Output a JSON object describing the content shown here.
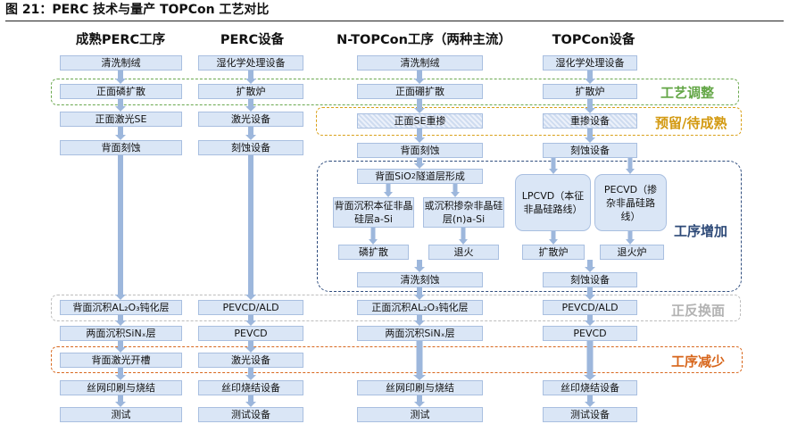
{
  "title": "图 21：PERC 技术与量产 TOPCon 工艺对比",
  "columns": {
    "perc_process": "成熟PERC工序",
    "perc_equipment": "PERC设备",
    "topcon_process": "N-TOPCon工序（两种主流）",
    "topcon_equipment": "TOPCon设备"
  },
  "groups": {
    "process_adjust": "工艺调整",
    "reserved_maturing": "预留/待成熟",
    "process_added": "工序增加",
    "front_back_swap": "正反换面",
    "process_reduced": "工序减少"
  },
  "steps": {
    "c1": {
      "clean": "清洗制绒",
      "phos_diffusion": "正面磷扩散",
      "laser_se": "正面激光SE",
      "back_etch": "背面刻蚀",
      "back_al2o3": "背面沉积AL₂O₃钝化层",
      "sinx": "两面沉积SiNₓ层",
      "laser_groove": "背面激光开槽",
      "print": "丝网印刷与烧结",
      "test": "测试"
    },
    "c2": {
      "wet": "湿化学处理设备",
      "diffusion": "扩散炉",
      "laser": "激光设备",
      "etch": "刻蚀设备",
      "pecvd_ald": "PEVCD/ALD",
      "pecvd": "PEVCD",
      "laser2": "激光设备",
      "print": "丝印烧结设备",
      "test": "测试设备"
    },
    "c3": {
      "clean": "清洗制绒",
      "boron_diffusion": "正面硼扩散",
      "se_heavy": "正面SE重掺",
      "back_etch": "背面刻蚀",
      "sio2_pre": "背面SiO",
      "sio2_sub": "2",
      "sio2_post": "隧道层形成",
      "intrinsic_asi": "背面沉积本征非晶硅层a-Si",
      "doped_asi": "或沉积掺杂非晶硅层(n)a-Si",
      "phos_diffusion": "磷扩散",
      "anneal": "退火",
      "clean_etch": "清洗刻蚀",
      "front_al2o3": "正面沉积AL₂O₃钝化层",
      "sinx": "两面沉积SiNₓ层",
      "print": "丝网印刷与烧结",
      "test": "测试"
    },
    "c4": {
      "wet": "湿化学处理设备",
      "diffusion": "扩散炉",
      "heavy_doping": "重掺设备",
      "etch": "刻蚀设备",
      "lpcvd": "LPCVD（本征非晶硅路线）",
      "pecvd_route": "PECVD（掺杂非晶硅路线）",
      "diffusion2": "扩散炉",
      "anneal_furnace": "退火炉",
      "etch2": "刻蚀设备",
      "pecvd_ald": "PEVCD/ALD",
      "pecvd": "PEVCD",
      "print": "丝印烧结设备",
      "test": "测试设备"
    }
  },
  "colors": {
    "box_fill": "#dae6f6",
    "box_border": "#a9bfe0",
    "arrow": "#9db7dc",
    "group_green": "#6aa84f",
    "group_gold": "#d9a018",
    "group_navy": "#2f4d7e",
    "group_gray": "#bdbdbd",
    "group_orange": "#d8681e",
    "label_green": "#63a646",
    "label_gold": "#d39a12",
    "label_navy": "#2e4a78",
    "label_gray": "#b3b3b3",
    "label_orange": "#d7651a"
  }
}
